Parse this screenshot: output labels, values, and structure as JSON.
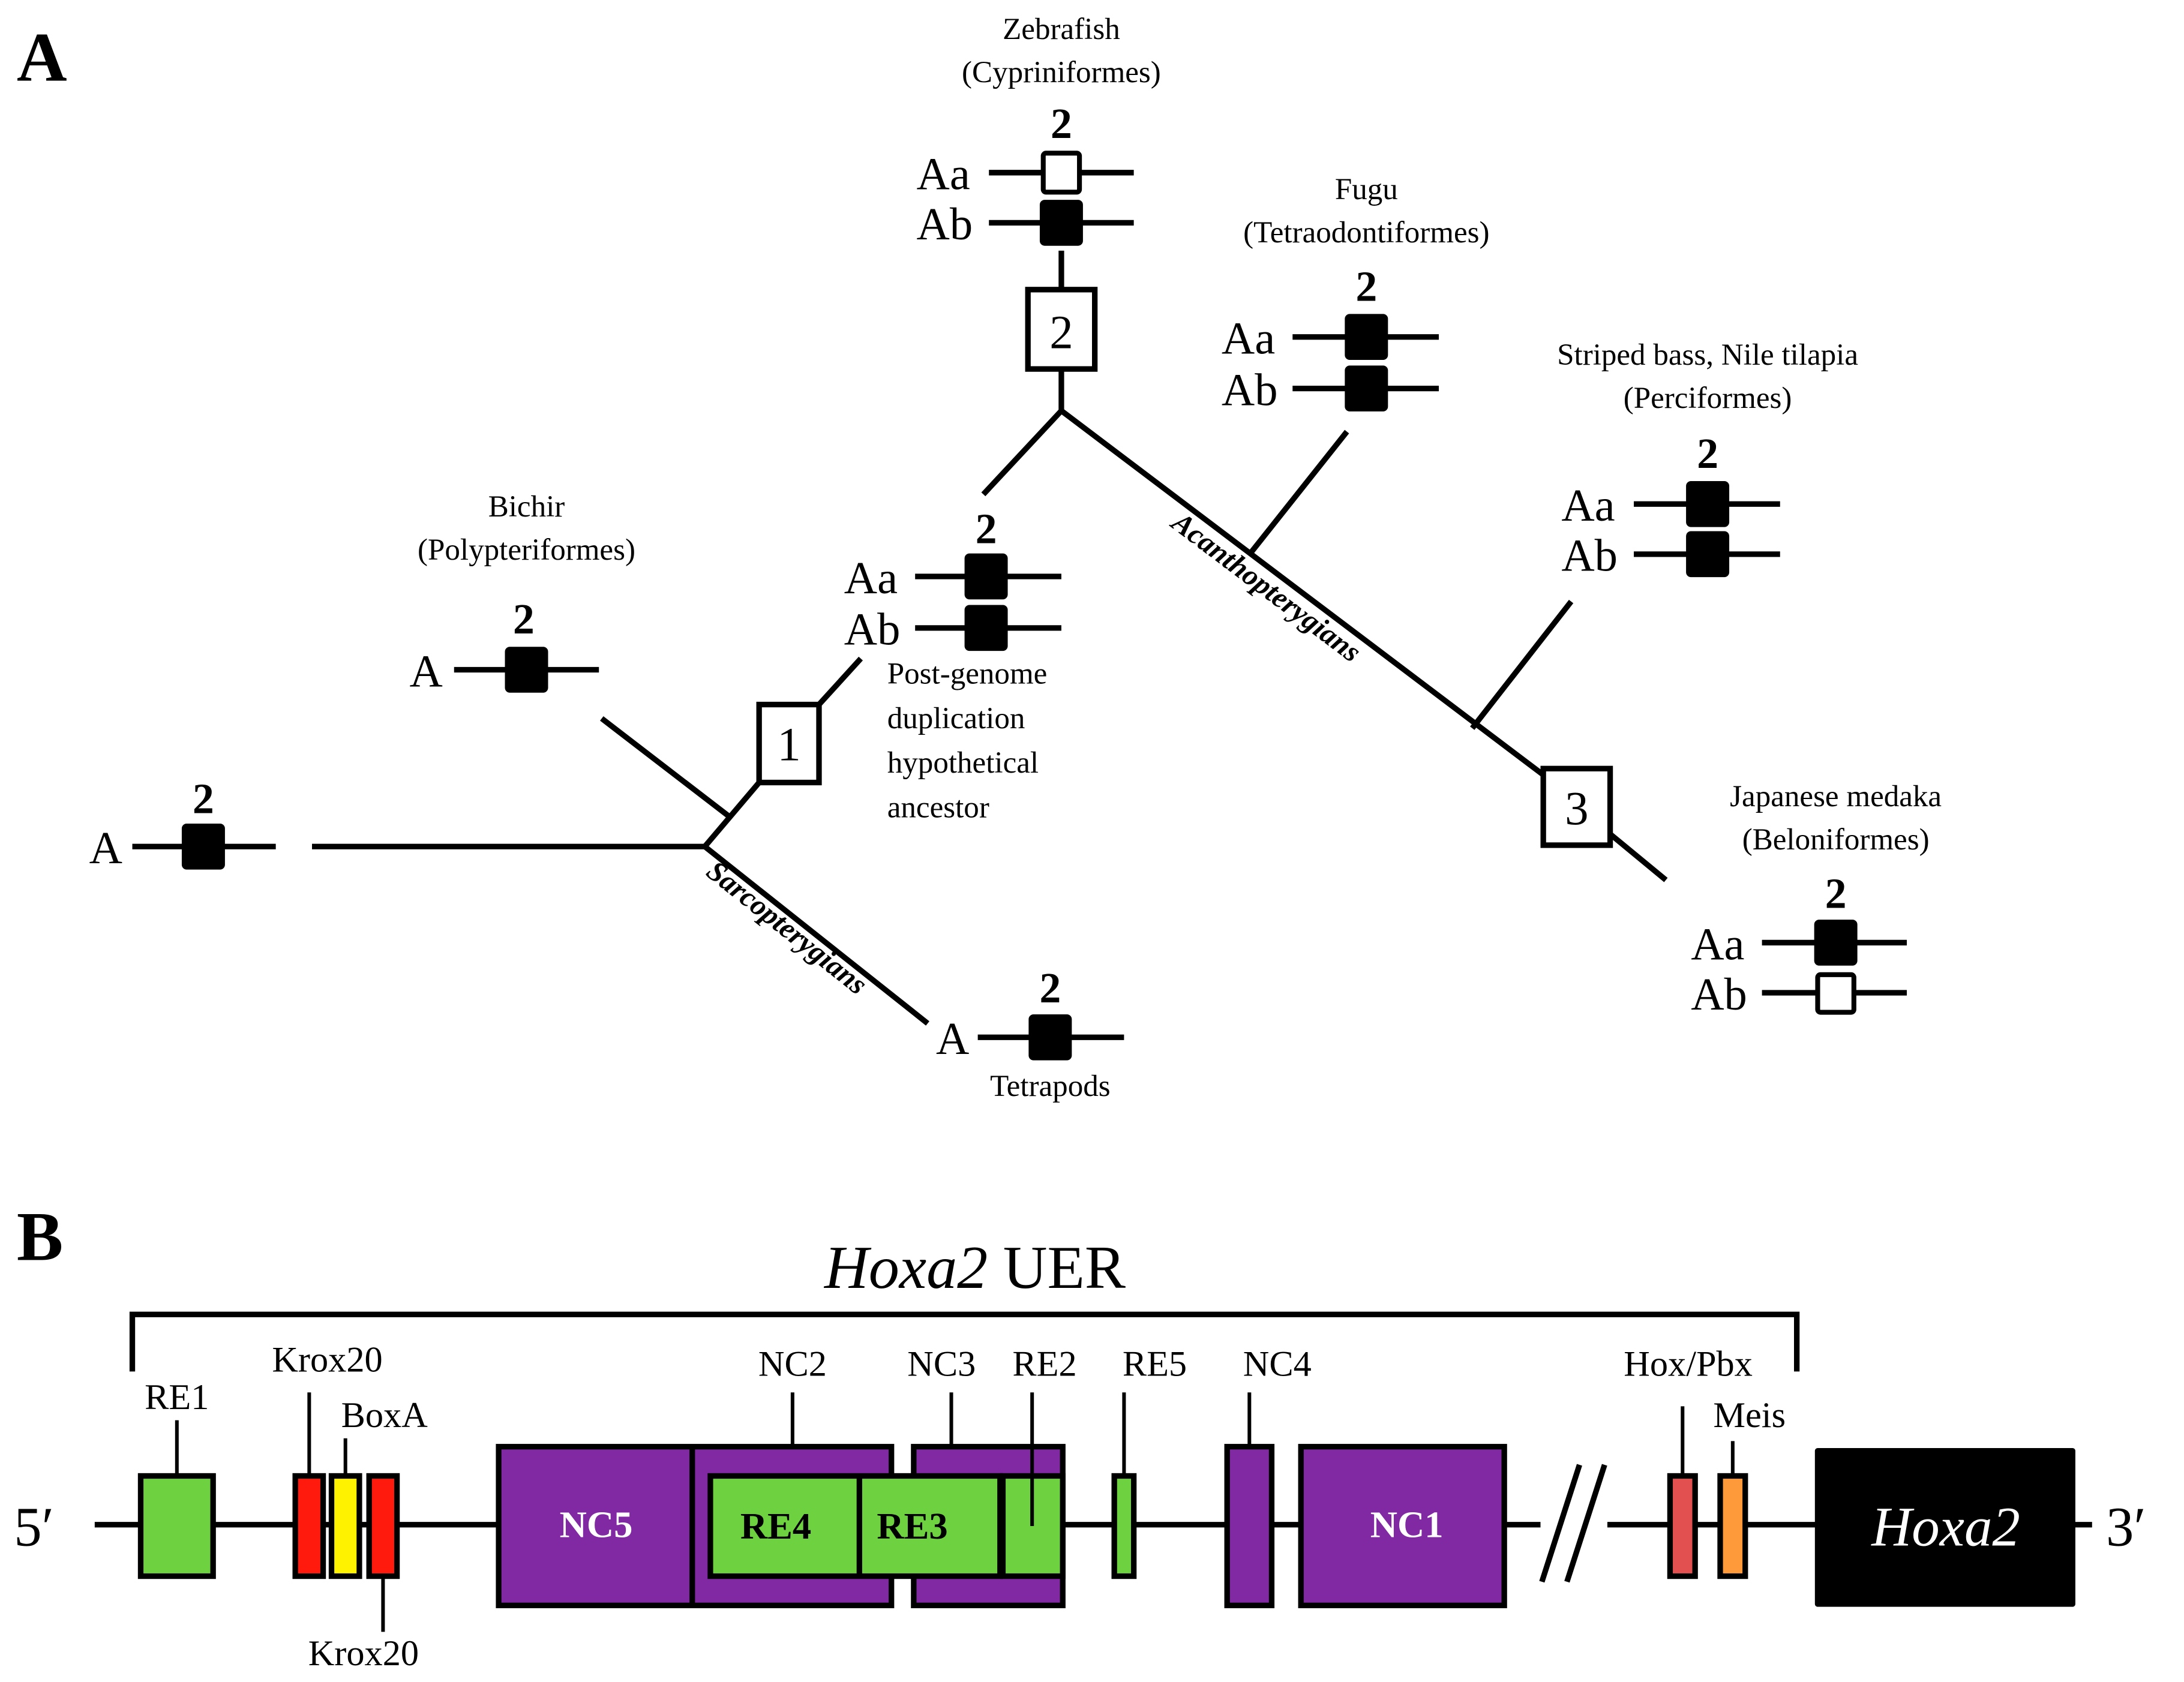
{
  "panel_a": {
    "letter": "A",
    "number_label": "2",
    "filled_color": "#000000",
    "open_color": "#ffffff",
    "root": {
      "genes": [
        {
          "name": "A",
          "state": "filled"
        }
      ]
    },
    "bichir": {
      "name": "Bichir",
      "order": "(Polypteriformes)",
      "genes": [
        {
          "name": "A",
          "state": "filled"
        }
      ]
    },
    "tetrapods": {
      "name": "Tetrapods",
      "genes": [
        {
          "name": "A",
          "state": "filled"
        }
      ]
    },
    "ancestor": {
      "lines": [
        "Post-genome",
        "duplication",
        "hypothetical",
        "ancestor"
      ],
      "genes": [
        {
          "name": "Aa",
          "state": "filled"
        },
        {
          "name": "Ab",
          "state": "filled"
        }
      ]
    },
    "zebrafish": {
      "name": "Zebrafish",
      "order": "(Cypriniformes)",
      "genes": [
        {
          "name": "Aa",
          "state": "open"
        },
        {
          "name": "Ab",
          "state": "filled"
        }
      ]
    },
    "fugu": {
      "name": "Fugu",
      "order": "(Tetraodontiformes)",
      "genes": [
        {
          "name": "Aa",
          "state": "filled"
        },
        {
          "name": "Ab",
          "state": "filled"
        }
      ]
    },
    "perciformes": {
      "name": "Striped bass, Nile tilapia",
      "order": "(Perciformes)",
      "genes": [
        {
          "name": "Aa",
          "state": "filled"
        },
        {
          "name": "Ab",
          "state": "filled"
        }
      ]
    },
    "medaka": {
      "name": "Japanese medaka",
      "order": "(Beloniformes)",
      "genes": [
        {
          "name": "Aa",
          "state": "filled"
        },
        {
          "name": "Ab",
          "state": "open"
        }
      ]
    },
    "events": [
      "1",
      "2",
      "3"
    ],
    "clades": {
      "sarcopterygians": "Sarcopterygians",
      "acanthopterygians": "Acanthopterygians"
    }
  },
  "panel_b": {
    "letter": "B",
    "title_italic": "Hoxa2",
    "title_rest": " UER",
    "five_prime": "5′",
    "three_prime": "3′",
    "gene_label": "Hoxa2",
    "colors": {
      "re": "#6ed13f",
      "nc": "#8129a3",
      "krox20": "#ff1a0d",
      "boxa": "#fff200",
      "hoxpbx": "#e35050",
      "meis": "#ff9a3a",
      "gene": "#000000"
    },
    "labels": {
      "re1": "RE1",
      "krox20_top": "Krox20",
      "boxa": "BoxA",
      "krox20_bottom": "Krox20",
      "nc5": "NC5",
      "nc2": "NC2",
      "re4": "RE4",
      "re3": "RE3",
      "nc3": "NC3",
      "re2": "RE2",
      "re5": "RE5",
      "nc4": "NC4",
      "nc1": "NC1",
      "hoxpbx": "Hox/Pbx",
      "meis": "Meis"
    }
  }
}
